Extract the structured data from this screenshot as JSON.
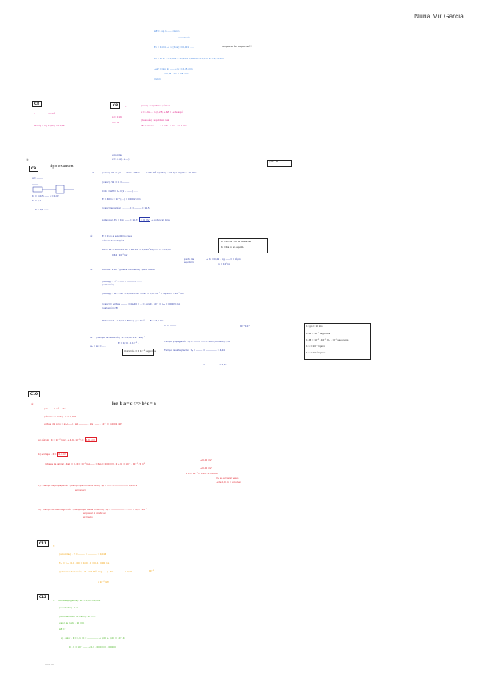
{
  "author": "Nuria Mir Garcia",
  "section_labels": {
    "c8a": "C8",
    "c8b": "C8",
    "c9": "C9",
    "c10": "C10",
    "c11": "C11",
    "c12": "C12"
  },
  "headings": {
    "c9_title": "tipo examen",
    "c10_formula": "log_b a = c  <=>  b^c = a"
  },
  "colors": {
    "blue": "#3a7fe0",
    "pink": "#e0238a",
    "navy": "#2838a8",
    "red": "#e0202a",
    "orange": "#f2a20c",
    "green": "#4fb82a"
  }
}
